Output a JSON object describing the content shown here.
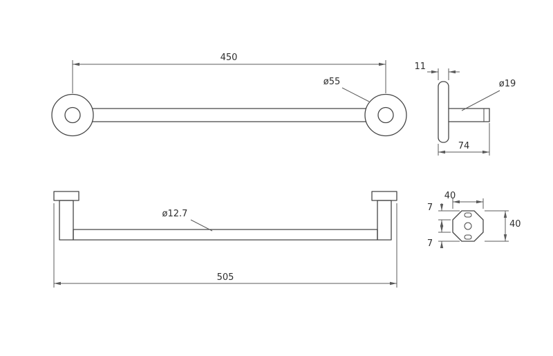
{
  "canvas": {
    "background": "#ffffff",
    "line_color": "#454545",
    "dim_color": "#5a5a5a",
    "text_color": "#2e2e2e"
  },
  "views": {
    "front": {
      "center_distance_label": "450",
      "flange_diameter_label": "ø55"
    },
    "side": {
      "plate_thickness_label": "11",
      "bar_diameter_label": "ø19",
      "depth_label": "74"
    },
    "bottom": {
      "bar_diameter_label": "ø12.7",
      "overall_length_label": "505"
    },
    "section": {
      "width_label": "40",
      "height_label": "40",
      "top_chamfer_label": "7",
      "bottom_chamfer_label": "7"
    }
  }
}
